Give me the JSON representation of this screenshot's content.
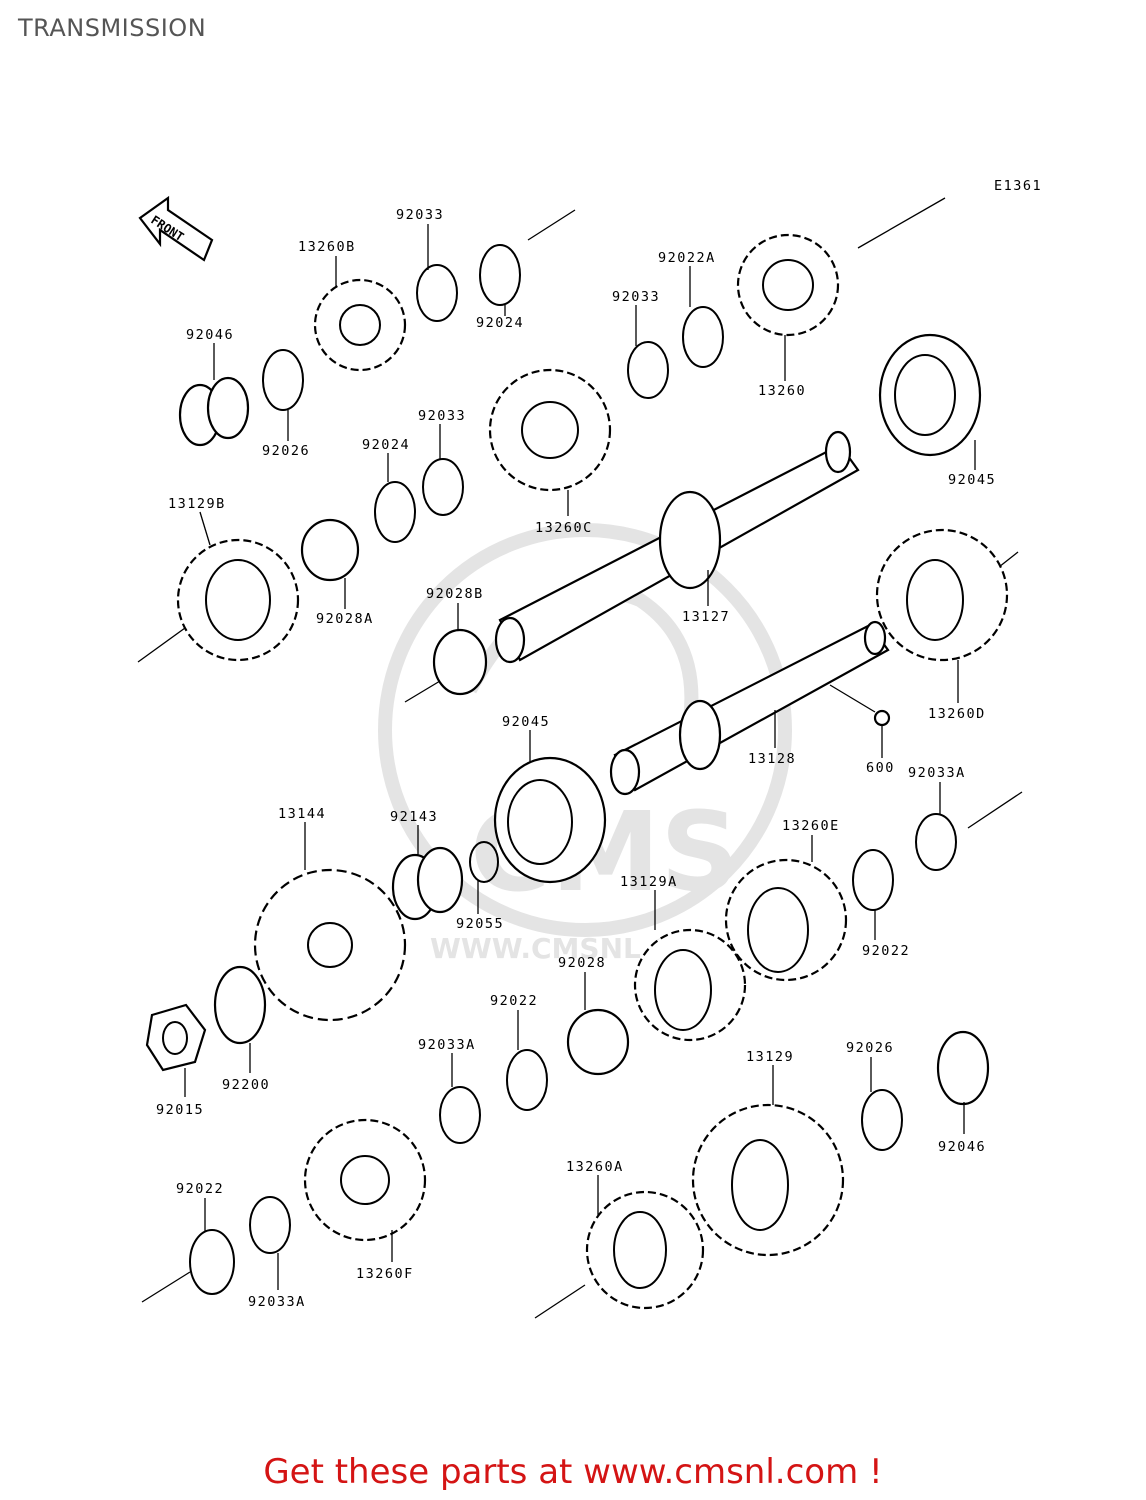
{
  "page": {
    "title": "TRANSMISSION"
  },
  "footer": {
    "text": "Get these parts at www.cmsnl.com !"
  },
  "diagram": {
    "code": "E1361",
    "front_arrow_label": "FRONT",
    "watermark": {
      "text": "CMS",
      "url": "WWW.CMSNL.COM"
    },
    "parts": [
      "92033",
      "13260B",
      "92024",
      "92046",
      "92026",
      "92022A",
      "92033",
      "13260",
      "92024",
      "92033",
      "92045",
      "13260C",
      "13129B",
      "92028A",
      "92028B",
      "13127",
      "13260D",
      "13128",
      "600",
      "92045",
      "92033A",
      "13144",
      "92143",
      "13260E",
      "92055",
      "13129A",
      "92022",
      "92028",
      "92022",
      "92033A",
      "92200",
      "92015",
      "13129",
      "92026",
      "92046",
      "13260A",
      "92022",
      "13260F",
      "92033A"
    ]
  },
  "colors": {
    "footer_text": "#d41414",
    "title_text": "#555555",
    "lines": "#000000",
    "watermark": "#e4e4e4"
  },
  "icons": {
    "front_arrow": "front-arrow-icon"
  }
}
